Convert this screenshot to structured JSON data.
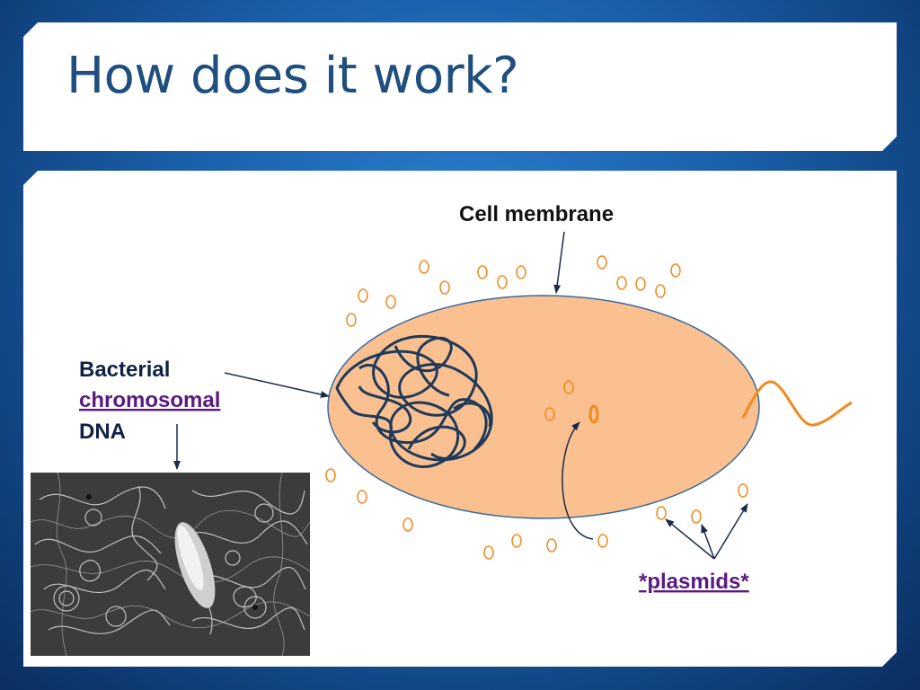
{
  "title": "How does it work?",
  "labels": {
    "cell_membrane": "Cell membrane",
    "dna_line1": "Bacterial",
    "dna_line2": "chromosomal",
    "dna_line3": "DNA",
    "plasmids": "*plasmids*"
  },
  "colors": {
    "background": "#1a5fa8",
    "title_text": "#1f4f7e",
    "cell_fill": "#fac090",
    "cell_stroke": "#3b6aa0",
    "plasmid": "#f08a1c",
    "flagellum": "#f08a1c",
    "dna": "#1f3a5a",
    "link_text": "#5a1a80",
    "arrow": "#1a2a4a"
  },
  "icons": {
    "micrograph": "dna-electron-micrograph-image"
  }
}
